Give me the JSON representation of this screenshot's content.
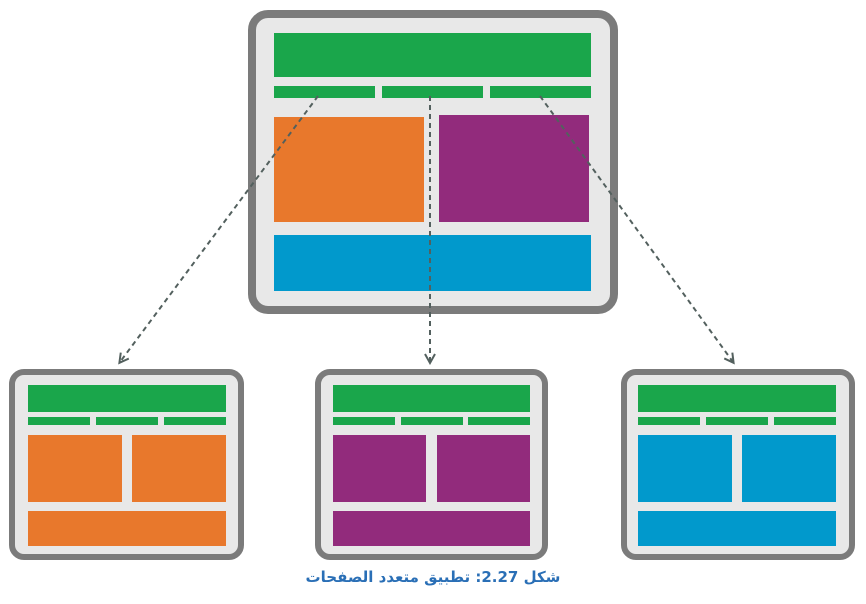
{
  "caption": "شكل 2.27: تطبيق متعدد الصفحات",
  "colors": {
    "frame": "#7b7b7b",
    "frame_inner": "#e8e8e8",
    "header": "#1aa64b",
    "orange": "#e8782c",
    "purple": "#922b7c",
    "blue": "#0199cc",
    "arrow": "#53605e",
    "caption": "#2a6fb6"
  },
  "diagram": {
    "main_page": {
      "nav_tabs": 3,
      "content_colors": [
        "orange",
        "purple"
      ],
      "footer_color": "blue"
    },
    "sub_pages": [
      {
        "theme": "orange"
      },
      {
        "theme": "purple"
      },
      {
        "theme": "blue"
      }
    ]
  }
}
